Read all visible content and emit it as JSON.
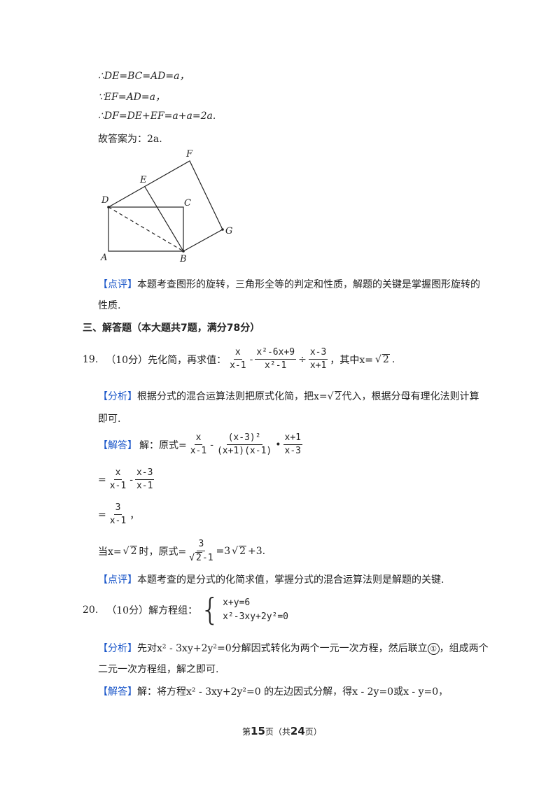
{
  "lines": {
    "l1": "∴DE=BC=AD=a，",
    "l2": "∵EF=AD=a，",
    "l3": "∴DF=DE+EF=a+a=2a.",
    "l4": "故答案为：2a."
  },
  "figure": {
    "labels": {
      "D": "D",
      "E": "E",
      "F": "F",
      "C": "C",
      "G": "G",
      "A": "A",
      "B": "B"
    }
  },
  "review1": {
    "tag": "【点评】",
    "text1": "本题考查图形的旋转，三角形全等的判定和性质，解题的关键是掌握图形旋转的",
    "text2": "性质."
  },
  "section3": "三、解答题（本大题共7题，满分78分）",
  "q19": {
    "num": "19.",
    "score": "（10分）先化简，再求值：",
    "f1n": "x",
    "f1d": "x-1",
    "minus": "-",
    "f2n": "x²-6x+9",
    "f2d": "x²-1",
    "div": "÷",
    "f3n": "x-3",
    "f3d": "x+1",
    "tail": "，其中x=",
    "sqrtval": "2",
    "end": "."
  },
  "a19": {
    "analysis_tag": "【分析】",
    "analysis1": "根据分式的混合运算法则把原式化简，把x=",
    "analysis_sqrt": "2",
    "analysis1b": "代入，根据分母有理化法则计算",
    "analysis2": "即可.",
    "answer_tag": "【解答】",
    "answer_lead": "解：原式=",
    "s1a_n": "x",
    "s1a_d": "x-1",
    "s1_minus": "-",
    "s1b_n": "(x-3)²",
    "s1b_d": "(x+1)(x-1)",
    "s1_dot": "•",
    "s1c_n": "x+1",
    "s1c_d": "x-3",
    "eq": "=",
    "s2a_n": "x",
    "s2a_d": "x-1",
    "s2_minus": "-",
    "s2b_n": "x-3",
    "s2b_d": "x-1",
    "s3_n": "3",
    "s3_d": "x-1",
    "s3_tail": "，",
    "when": "当x=",
    "when_sqrt": "2",
    "when2": "时，原式=",
    "w_n": "3",
    "w_d_sqrt": "2",
    "w_d_tail": "-1",
    "w_eq": "=3",
    "w_sqrt": "2",
    "w_end": "+3.",
    "review_tag": "【点评】",
    "review": "本题考查的是分式的化简求值，掌握分式的混合运算法则是解题的关键."
  },
  "q20": {
    "num": "20.",
    "score": "（10分）解方程组：",
    "eq1": "x+y=6",
    "eq2": "x²-3xy+2y²=0"
  },
  "a20": {
    "analysis_tag": "【分析】",
    "analysis1a": "先对x² - 3xy+2y²=0分解因式转化为两个一元一次方程，然后联立",
    "circle": "①",
    "analysis1b": "，组成两个",
    "analysis2": "二元一次方程组，解之即可.",
    "answer_tag": "【解答】",
    "answer": "解：将方程x² - 3xy+2y²=0 的左边因式分解，得x - 2y=0或x - y=0，"
  },
  "footer": {
    "pre": "第",
    "page": "15",
    "mid": "页（共",
    "total": "24",
    "post": "页）"
  }
}
